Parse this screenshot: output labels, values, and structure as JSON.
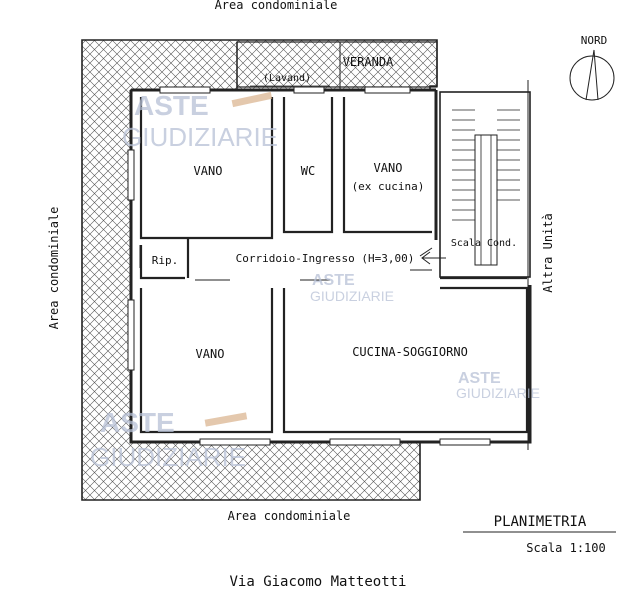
{
  "labels": {
    "area_top": "Area condominiale",
    "area_left": "Area condominiale",
    "area_bottom": "Area condominiale",
    "north": "NORD",
    "veranda": "VERANDA",
    "lavand": "(Lavand)",
    "vano_1": "VANO",
    "wc": "WC",
    "vano_2": "VANO",
    "ex_cucina": "(ex cucina)",
    "rip": "Rip.",
    "corridoio": "Corridoio-Ingresso (H=3,00)",
    "scala": "Scala Cond.",
    "altra_unita": "Altra Unità",
    "vano_3": "VANO",
    "cucina": "CUCINA-SOGGIORNO",
    "planimetria": "PLANIMETRIA",
    "scala_ratio": "Scala 1:100",
    "street": "Via Giacomo Matteotti"
  },
  "watermark": {
    "line1": "ASTE",
    "line2": "GIUDIZIARIE"
  },
  "colors": {
    "line": "#222222",
    "hatch": "#555555",
    "watermark": "#b7c1d6",
    "gavel": "#d9b08a"
  }
}
